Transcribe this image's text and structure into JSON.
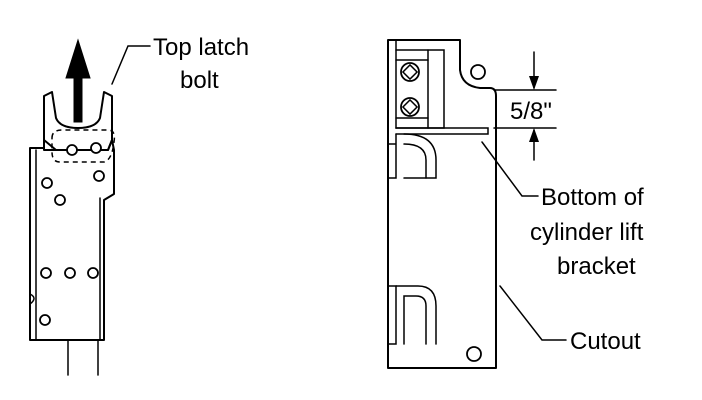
{
  "labels": {
    "top_latch_bolt_line1": "Top latch",
    "top_latch_bolt_line2": "bolt",
    "dimension": "5/8\"",
    "bottom_bracket_line1": "Bottom of",
    "bottom_bracket_line2": "cylinder lift",
    "bottom_bracket_line3": "bracket",
    "cutout": "Cutout"
  },
  "colors": {
    "line": "#000000",
    "background": "#ffffff"
  }
}
